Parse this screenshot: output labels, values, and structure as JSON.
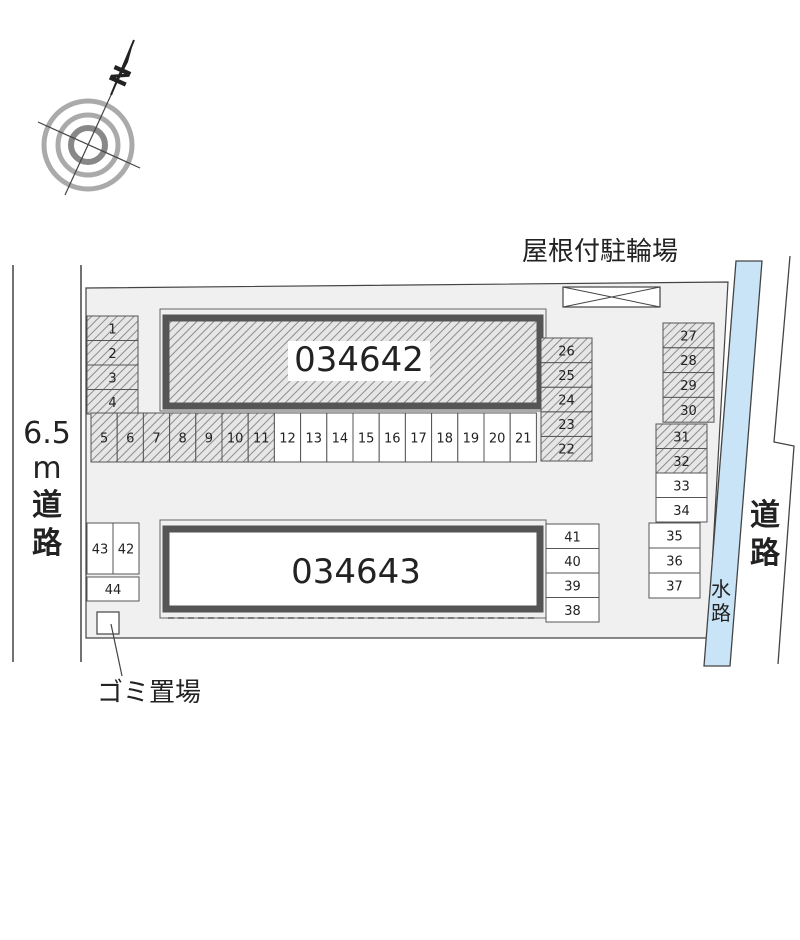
{
  "labels": {
    "north": "N",
    "bicycle_shelter": "屋根付駐輪場",
    "garbage": "ゴミ置場",
    "road_left_width": "6.5",
    "road_left_unit": "m",
    "road_left_char1": "道",
    "road_left_char2": "路",
    "road_right_char1": "道",
    "road_right_char2": "路",
    "waterway_char1": "水",
    "waterway_char2": "路"
  },
  "buildings": [
    {
      "id": "building-034642",
      "label": "034642",
      "style": "hatched"
    },
    {
      "id": "building-034643",
      "label": "034643",
      "style": "plain"
    }
  ],
  "parking_spaces": [
    {
      "n": "1",
      "hatched": true
    },
    {
      "n": "2",
      "hatched": true
    },
    {
      "n": "3",
      "hatched": true
    },
    {
      "n": "4",
      "hatched": true
    },
    {
      "n": "5",
      "hatched": true
    },
    {
      "n": "6",
      "hatched": true
    },
    {
      "n": "7",
      "hatched": true
    },
    {
      "n": "8",
      "hatched": true
    },
    {
      "n": "9",
      "hatched": true
    },
    {
      "n": "10",
      "hatched": true
    },
    {
      "n": "11",
      "hatched": true
    },
    {
      "n": "12",
      "hatched": false
    },
    {
      "n": "13",
      "hatched": false
    },
    {
      "n": "14",
      "hatched": false
    },
    {
      "n": "15",
      "hatched": false
    },
    {
      "n": "16",
      "hatched": false
    },
    {
      "n": "17",
      "hatched": false
    },
    {
      "n": "18",
      "hatched": false
    },
    {
      "n": "19",
      "hatched": false
    },
    {
      "n": "20",
      "hatched": false
    },
    {
      "n": "21",
      "hatched": false
    },
    {
      "n": "22",
      "hatched": true
    },
    {
      "n": "23",
      "hatched": true
    },
    {
      "n": "24",
      "hatched": true
    },
    {
      "n": "25",
      "hatched": true
    },
    {
      "n": "26",
      "hatched": true
    },
    {
      "n": "27",
      "hatched": true
    },
    {
      "n": "28",
      "hatched": true
    },
    {
      "n": "29",
      "hatched": true
    },
    {
      "n": "30",
      "hatched": true
    },
    {
      "n": "31",
      "hatched": true
    },
    {
      "n": "32",
      "hatched": true
    },
    {
      "n": "33",
      "hatched": false
    },
    {
      "n": "34",
      "hatched": false
    },
    {
      "n": "35",
      "hatched": false
    },
    {
      "n": "36",
      "hatched": false
    },
    {
      "n": "37",
      "hatched": false
    },
    {
      "n": "38",
      "hatched": false
    },
    {
      "n": "39",
      "hatched": false
    },
    {
      "n": "40",
      "hatched": false
    },
    {
      "n": "41",
      "hatched": false
    },
    {
      "n": "42",
      "hatched": false
    },
    {
      "n": "43",
      "hatched": false
    },
    {
      "n": "44",
      "hatched": false
    }
  ],
  "colors": {
    "lot_fill": "#f0f0f0",
    "building_border": "#555555",
    "hatch": "#9a9a9a",
    "waterway": "#c9e4f7",
    "text": "#222222"
  }
}
